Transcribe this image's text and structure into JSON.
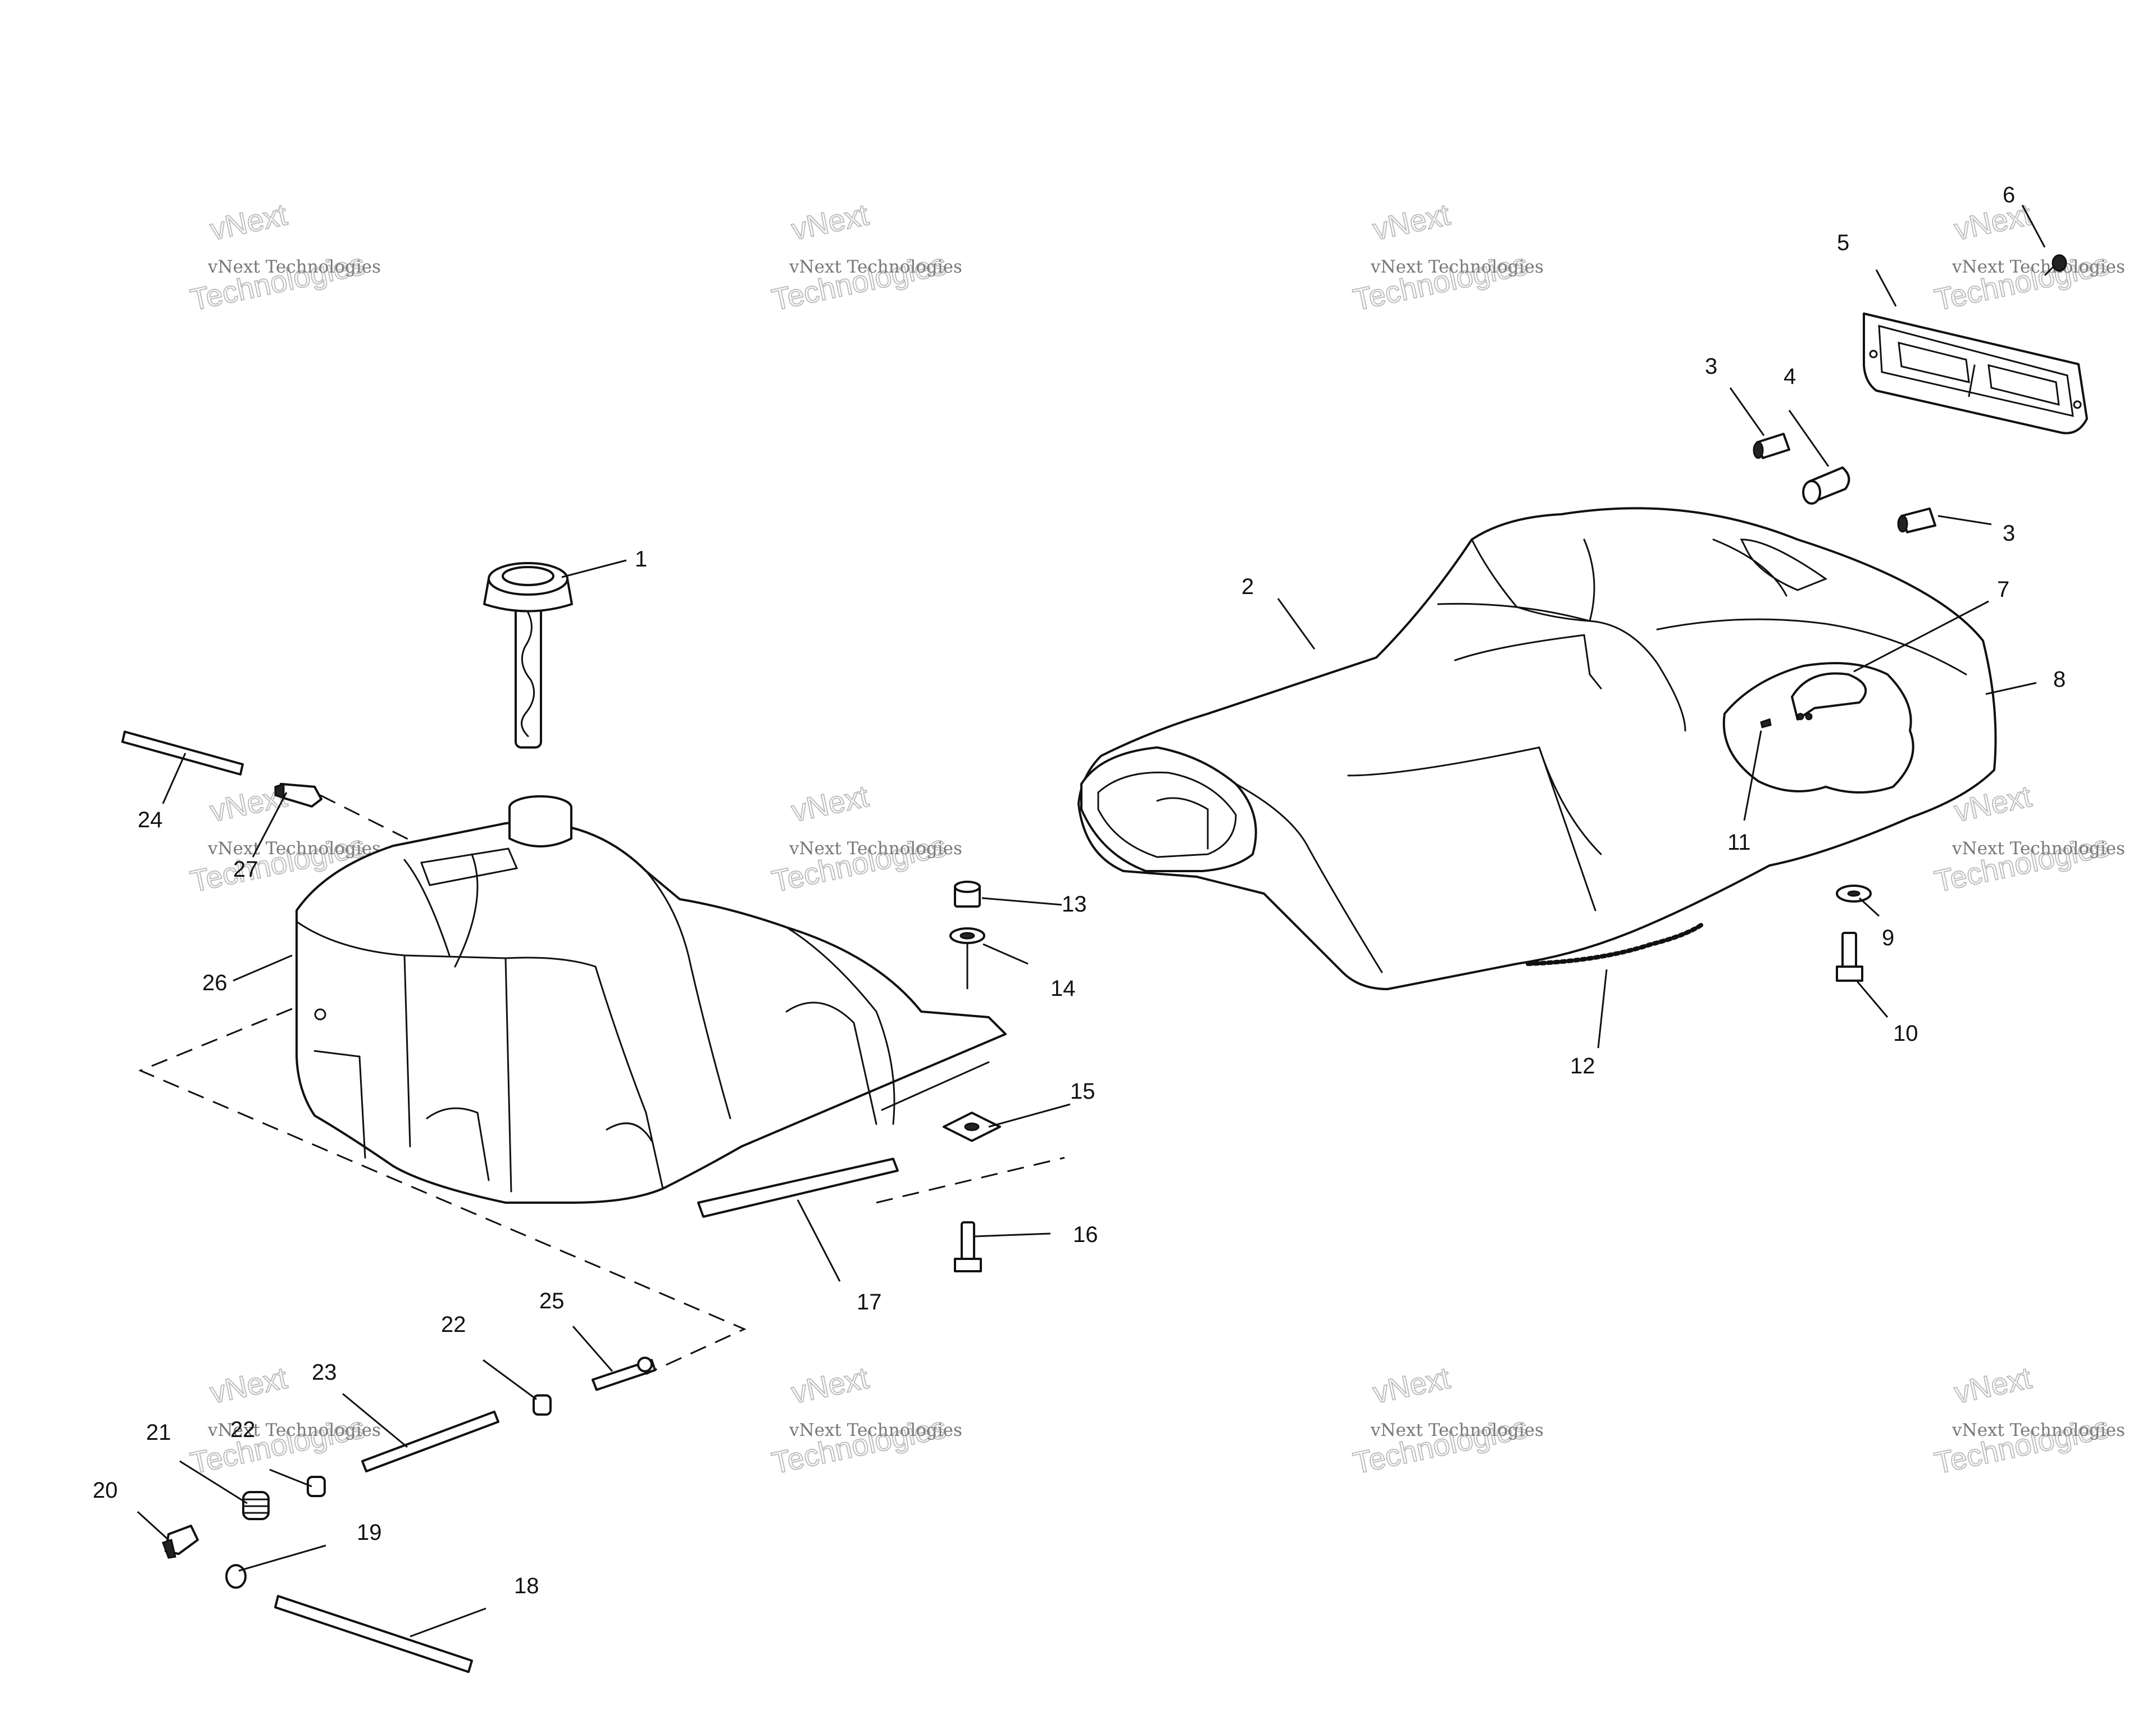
{
  "watermark": {
    "line1": "vNext",
    "line2": "vNext Technologies",
    "line3": "Technologies"
  },
  "callouts": {
    "c1": "1",
    "c2": "2",
    "c3a": "3",
    "c3b": "3",
    "c4": "4",
    "c5": "5",
    "c6": "6",
    "c7": "7",
    "c8": "8",
    "c9": "9",
    "c10": "10",
    "c11": "11",
    "c12": "12",
    "c13": "13",
    "c14": "14",
    "c15": "15",
    "c16": "16",
    "c17": "17",
    "c18": "18",
    "c19": "19",
    "c20": "20",
    "c21": "21",
    "c22a": "22",
    "c22b": "22",
    "c23": "23",
    "c24": "24",
    "c25": "25",
    "c26": "26",
    "c27": "27"
  }
}
